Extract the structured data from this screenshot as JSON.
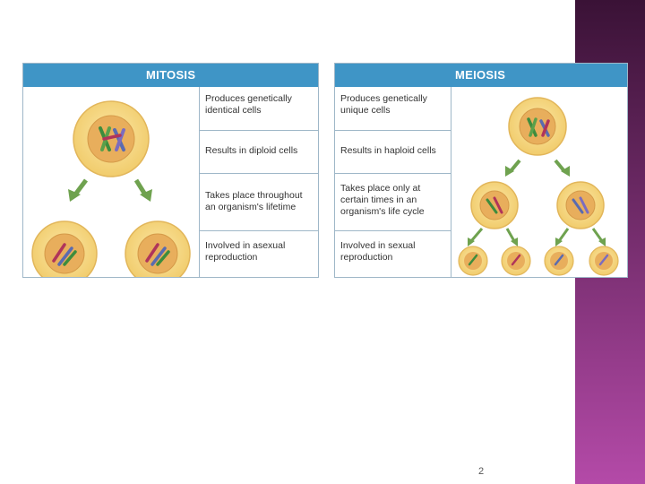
{
  "colors": {
    "header_bg": "#3f95c6",
    "header_text": "#ffffff",
    "border": "#9fb7c8",
    "cell_outer": "#f6dc8a",
    "cell_inner": "#e9b15e",
    "arrow": "#6fa24f",
    "side_band_top": "#3a1236",
    "side_band_bottom": "#b44aa8"
  },
  "mitosis": {
    "title": "MITOSIS",
    "facts": [
      "Produces genetically identical cells",
      "Results in diploid cells",
      "Takes place throughout an organism's lifetime",
      "Involved in asexual reproduction"
    ]
  },
  "meiosis": {
    "title": "MEIOSIS",
    "facts": [
      "Produces genetically unique cells",
      "Results in haploid cells",
      "Takes place only at certain times in an organism's life cycle",
      "Involved in sexual reproduction"
    ]
  },
  "page_number": "2"
}
